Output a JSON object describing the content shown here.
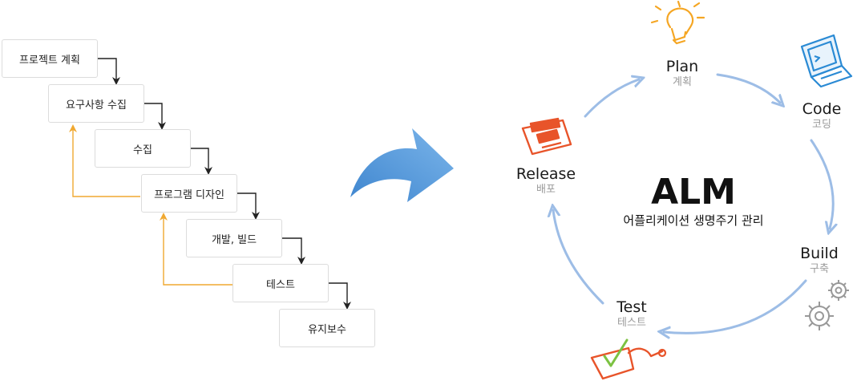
{
  "waterfall": {
    "steps": [
      "프로젝트 계획",
      "요구사항 수집",
      "수집",
      "프로그램 디자인",
      "개발, 빌드",
      "테스트",
      "유지보수"
    ]
  },
  "alm": {
    "title": "ALM",
    "subtitle": "어플리케이션 생명주기 관리",
    "stages": {
      "plan": {
        "en": "Plan",
        "ko": "계획"
      },
      "code": {
        "en": "Code",
        "ko": "코딩"
      },
      "build": {
        "en": "Build",
        "ko": "구축"
      },
      "test": {
        "en": "Test",
        "ko": "테스트"
      },
      "release": {
        "en": "Release",
        "ko": "배포"
      }
    }
  },
  "colors": {
    "black_arrow": "#222222",
    "feedback_arrow": "#f0a830",
    "cycle_arrow": "#9dbde6",
    "big_arrow": "#4e94d8",
    "bulb": "#f5a623",
    "laptop": "#2a8ad4",
    "doc": "#e8542a",
    "gear": "#999999",
    "check": "#7cc242"
  }
}
